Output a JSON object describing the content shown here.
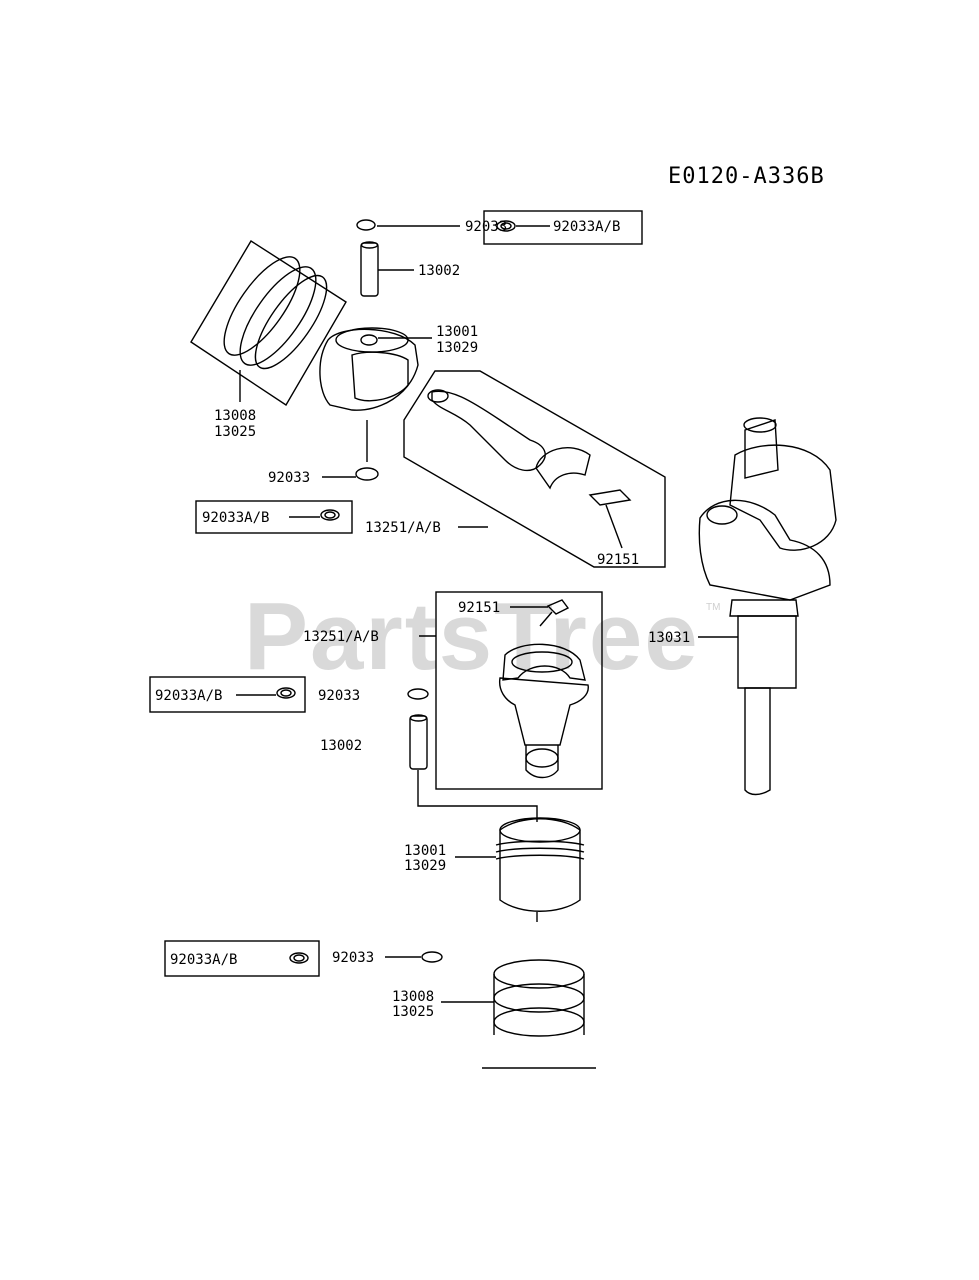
{
  "diagram_code": "E0120-A336B",
  "watermark": "PartsTree",
  "watermark_tm": "TM",
  "labels": {
    "top_clip": "92033",
    "top_clip_kit": "92033A/B",
    "top_pin": "13002",
    "top_piston_a": "13001",
    "top_piston_b": "13029",
    "top_rings_a": "13008",
    "top_rings_b": "13025",
    "top_clip_lower": "92033",
    "left_clip_kit": "92033A/B",
    "top_rod": "13251/A/B",
    "top_bolt": "92151",
    "crankshaft": "13031",
    "mid_bolt": "92151",
    "mid_rod": "13251/A/B",
    "mid_clip_kit": "92033A/B",
    "mid_clip": "92033",
    "mid_pin": "13002",
    "bottom_piston_a": "13001",
    "bottom_piston_b": "13029",
    "bottom_clip_kit": "92033A/B",
    "bottom_clip": "92033",
    "bottom_rings_a": "13008",
    "bottom_rings_b": "13025"
  }
}
